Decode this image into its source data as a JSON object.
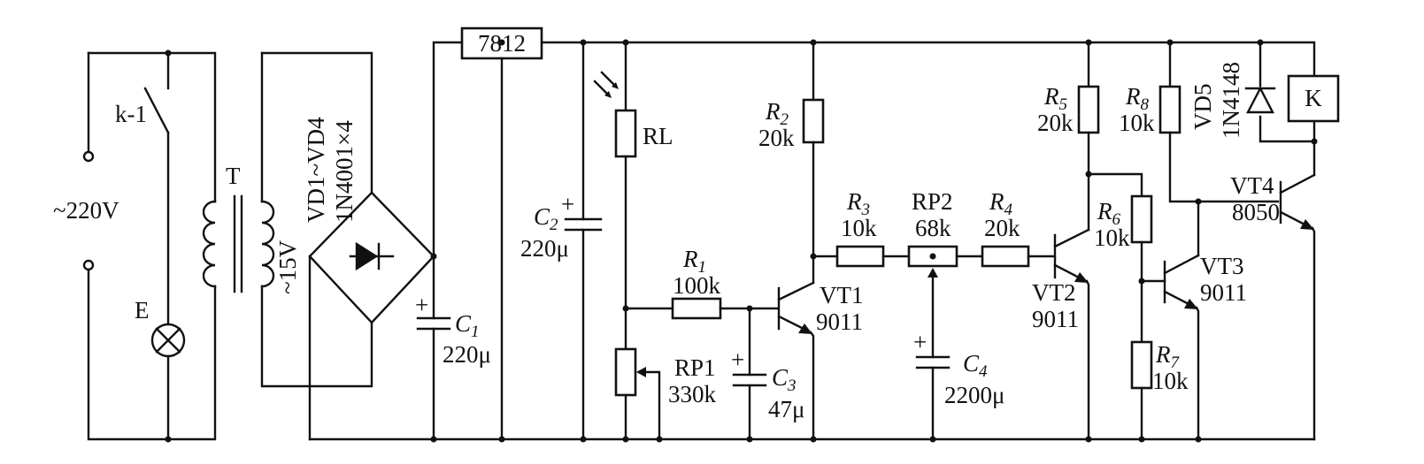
{
  "mains": {
    "label": "~220V"
  },
  "relay_contact": {
    "label": "k-1"
  },
  "lamp": {
    "label": "E"
  },
  "transformer": {
    "label": "T",
    "secondary": "~15V"
  },
  "bridge": {
    "name": "VD1~VD4",
    "part": "1N4001×4"
  },
  "regulator": {
    "label": "7812"
  },
  "C1": {
    "letter": "C",
    "sub": "1",
    "value": "220μ"
  },
  "C2": {
    "letter": "C",
    "sub": "2",
    "value": "220μ"
  },
  "C3": {
    "letter": "C",
    "sub": "3",
    "value": "47μ"
  },
  "C4": {
    "letter": "C",
    "sub": "4",
    "value": "2200μ"
  },
  "RL": {
    "label": "RL"
  },
  "RP1": {
    "label": "RP1",
    "value": "330k"
  },
  "RP2": {
    "label": "RP2",
    "value": "68k"
  },
  "R1": {
    "letter": "R",
    "sub": "1",
    "value": "100k"
  },
  "R2": {
    "letter": "R",
    "sub": "2",
    "value": "20k"
  },
  "R3": {
    "letter": "R",
    "sub": "3",
    "value": "10k"
  },
  "R4": {
    "letter": "R",
    "sub": "4",
    "value": "20k"
  },
  "R5": {
    "letter": "R",
    "sub": "5",
    "value": "20k"
  },
  "R6": {
    "letter": "R",
    "sub": "6",
    "value": "10k"
  },
  "R7": {
    "letter": "R",
    "sub": "7",
    "value": "10k"
  },
  "R8": {
    "letter": "R",
    "sub": "8",
    "value": "10k"
  },
  "VT1": {
    "label": "VT1",
    "part": "9011"
  },
  "VT2": {
    "label": "VT2",
    "part": "9011"
  },
  "VT3": {
    "label": "VT3",
    "part": "9011"
  },
  "VT4": {
    "label": "VT4",
    "part": "8050"
  },
  "VD5": {
    "label": "VD5",
    "part": "1N4148"
  },
  "relay": {
    "label": "K"
  },
  "plus_sign": "+"
}
